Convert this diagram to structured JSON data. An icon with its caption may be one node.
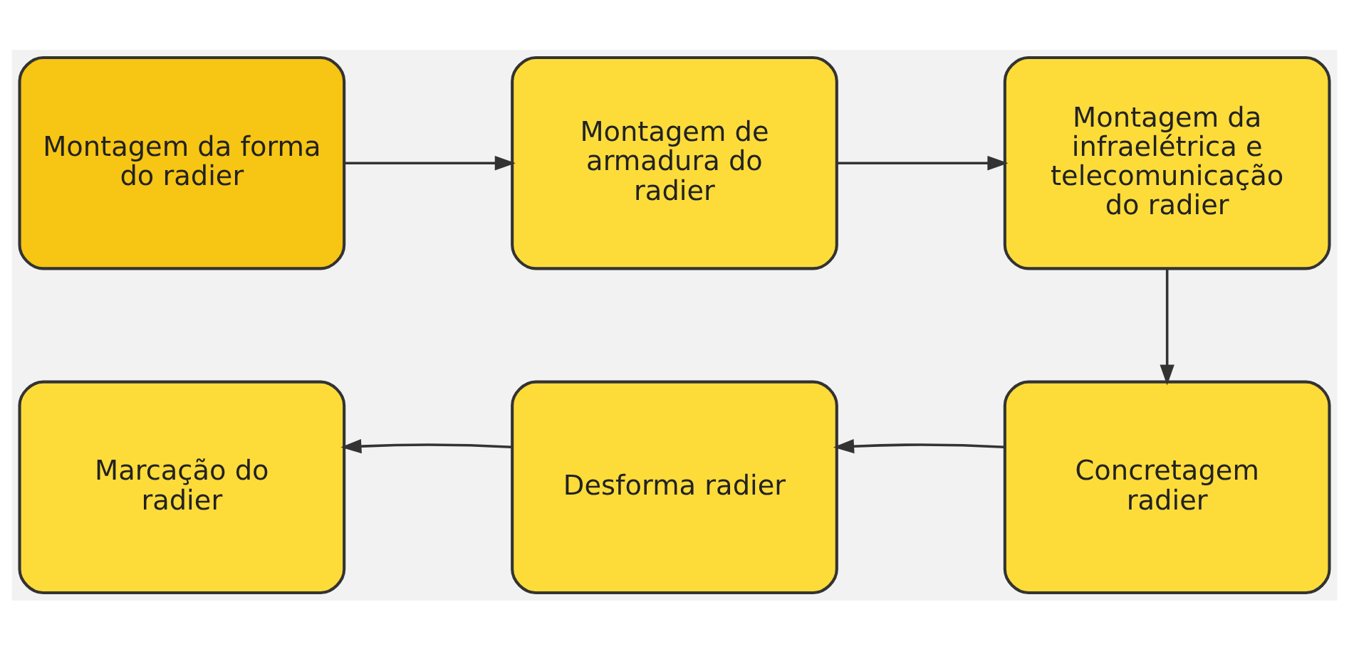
{
  "diagram": {
    "nodes": [
      {
        "text": [
          "Montagem da forma do radier"
        ]
      },
      {
        "text": [
          "Montagem de armadura do radier"
        ]
      },
      {
        "text": [
          "Montagem da infraelétrica e telecomunicação do radier"
        ]
      },
      {
        "text": [
          "Concretagem radier"
        ]
      },
      {
        "text": [
          "Desforma radier"
        ]
      },
      {
        "text": [
          "Marcação do radier"
        ]
      }
    ],
    "edges": [
      {
        "from": 0,
        "to": 1,
        "arrow": "to"
      },
      {
        "from": 1,
        "to": 2,
        "arrow": "to"
      },
      {
        "from": 2,
        "to": 3,
        "arrow": "to"
      },
      {
        "from": 3,
        "to": 4,
        "arrow": "to"
      },
      {
        "from": 4,
        "to": 5,
        "arrow": "to"
      }
    ]
  }
}
